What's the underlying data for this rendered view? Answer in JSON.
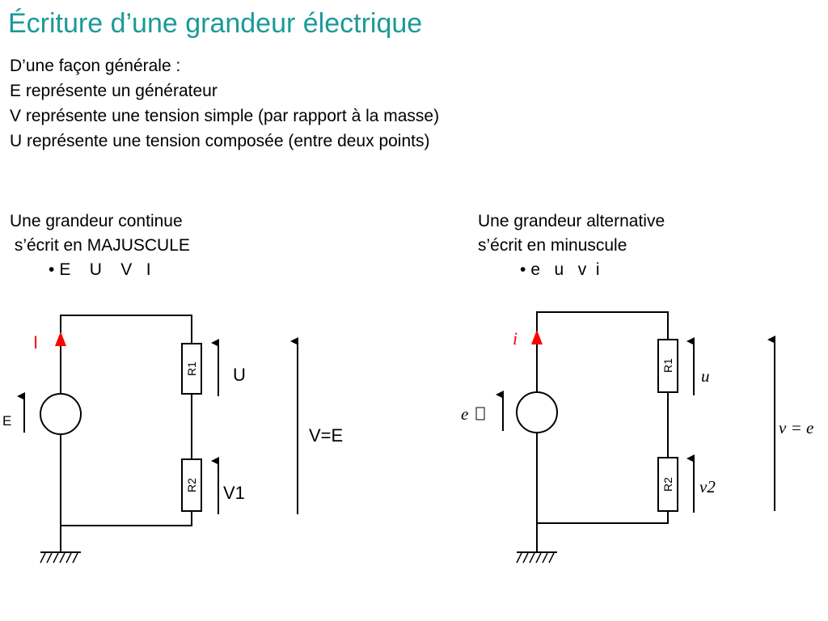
{
  "slide": {
    "title": "Écriture d’une grandeur électrique",
    "intro": [
      "D’une façon générale :",
      "E représente un générateur",
      "V représente une tension simple (par rapport à la masse)",
      "U représente une tension composée (entre deux points)"
    ],
    "continuous": {
      "line1": "Une grandeur continue",
      "line2": " s’écrit en MAJUSCULE",
      "bullet": "•",
      "symbols": "E    U    V   I"
    },
    "alternating": {
      "line1": "Une grandeur alternative",
      "line2": "s’écrit en minuscule",
      "bullet": "•",
      "symbols": "e   u   v  i"
    }
  },
  "circuit_dc": {
    "current_label": "I",
    "generator_label": "E",
    "r1_label": "R1",
    "r2_label": "R2",
    "u_label": "U",
    "v1_label": "V1",
    "v_label": "V=E"
  },
  "circuit_ac": {
    "current_label": "i",
    "generator_label": "e",
    "generator_glyph": "",
    "r1_label": "R1",
    "r2_label": "R2",
    "u_label": "u",
    "v2_label": "v2",
    "v_label": "v = e"
  },
  "colors": {
    "title": "#1a9a98",
    "current_arrow": "#ff0000",
    "wire": "#000000"
  }
}
